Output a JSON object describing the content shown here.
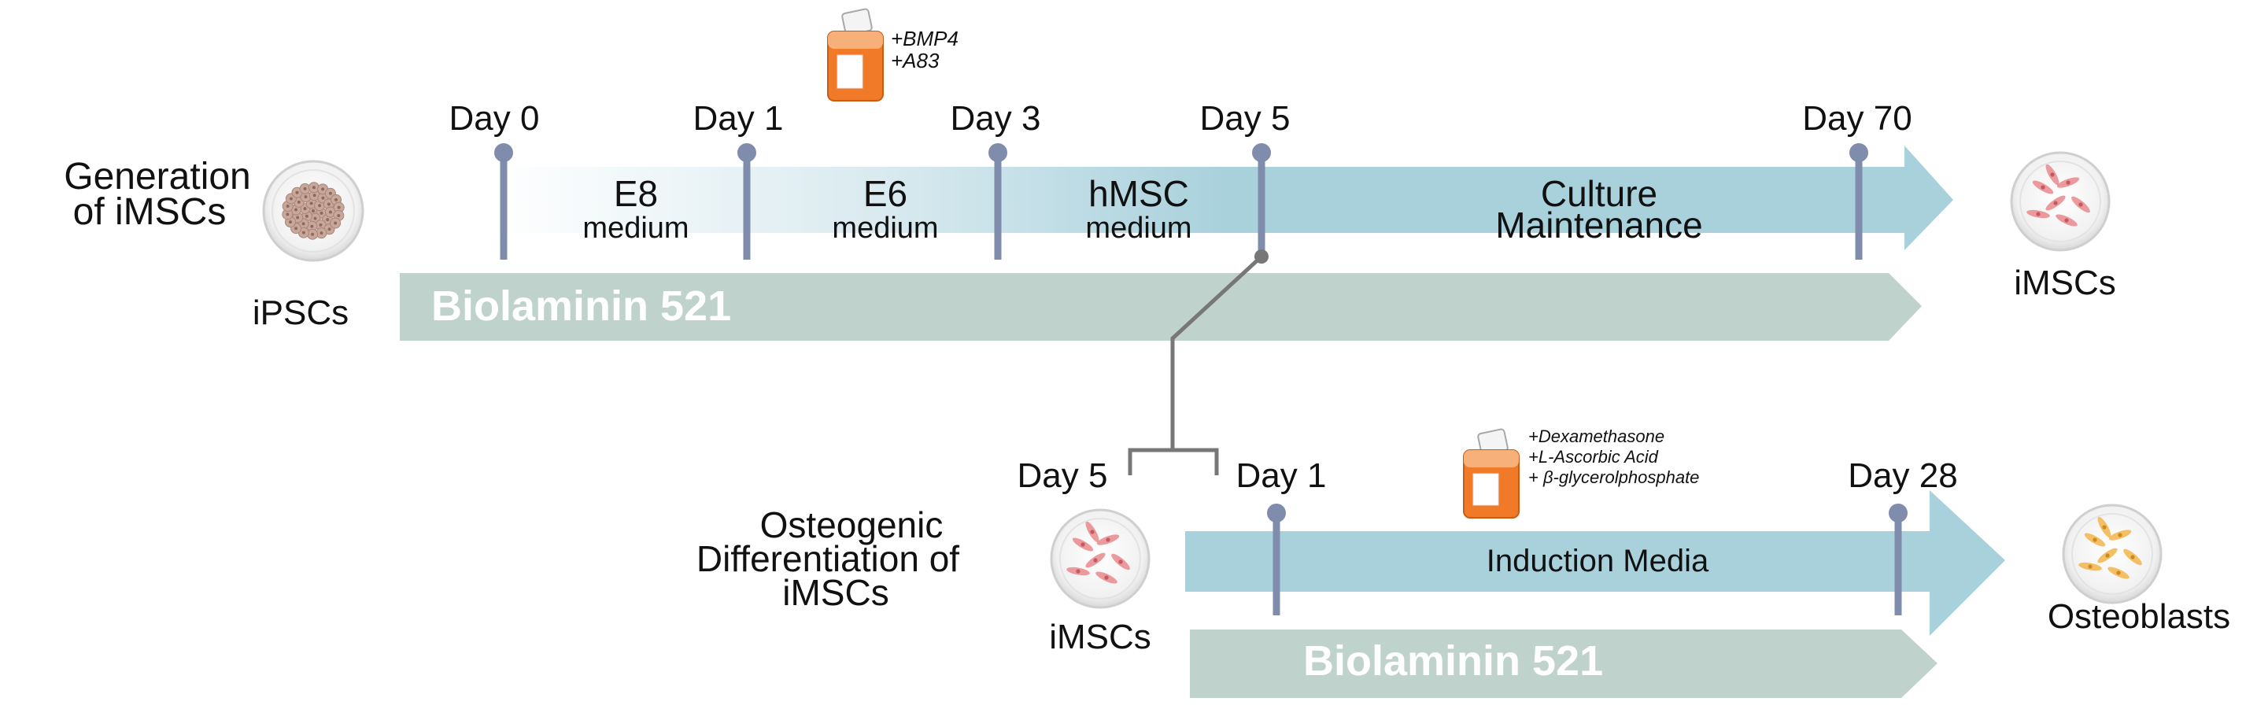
{
  "top": {
    "title_line1": "Generation",
    "title_line2": "of iMSCs",
    "source_cells": "iPSCs",
    "result_cells": "iMSCs",
    "substrate": "Biolaminin 521",
    "days": [
      "Day 0",
      "Day 1",
      "Day 3",
      "Day 5",
      "Day 70"
    ],
    "stages": [
      {
        "line1": "E8",
        "line2": "medium"
      },
      {
        "line1": "E6",
        "line2": "medium"
      },
      {
        "line1": "hMSC",
        "line2": "medium"
      },
      {
        "line1": "Culture",
        "line2": "Maintenance"
      }
    ],
    "supplements": [
      "+BMP4",
      "+A83"
    ]
  },
  "bottom": {
    "title_line1": "Osteogenic",
    "title_line2": "Differentiation of",
    "title_line3": "iMSCs",
    "source_cells": "iMSCs",
    "result_cells": "Osteoblasts",
    "substrate": "Biolaminin 521",
    "media": "Induction Media",
    "days": [
      "Day 5",
      "Day 1",
      "Day 28"
    ],
    "supplements": [
      "+Dexamethasone",
      "+L-Ascorbic Acid",
      "+ β-glycerolphosphate"
    ]
  },
  "colors": {
    "arrow_blue": "#a9d1dc",
    "substrate_gray": "#bfd2cc",
    "pin": "#7f8cac",
    "connector": "#777777",
    "bottle_orange": "#f07a28",
    "ipsc_cell": "#c9a89a",
    "imsc_cell": "#e9888c",
    "osteoblast_cell": "#f3b44a"
  }
}
